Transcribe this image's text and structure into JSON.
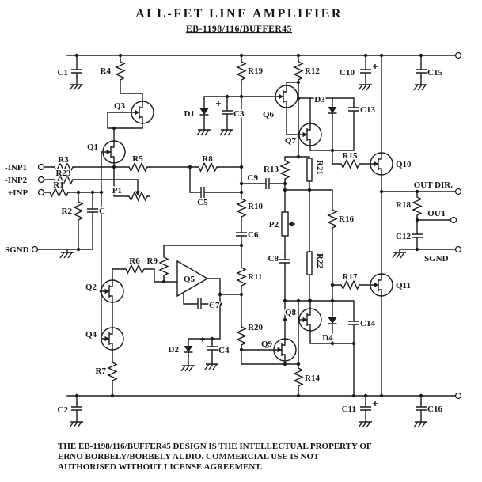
{
  "title": "ALL-FET LINE AMPLIFIER",
  "subtitle": "EB-1198/116/BUFFER45",
  "colors": {
    "ink": "#1b1b1b",
    "paper": "#ffffff"
  },
  "terminals": {
    "neg_inp1": "-INP1",
    "neg_inp2": "-INP2",
    "pos_inp": "+INP",
    "sgnd_left": "SGND",
    "out_dir": "OUT DIR.",
    "out": "OUT",
    "sgnd_right": "SGND"
  },
  "components": {
    "C": "C",
    "C1": "C1",
    "C2": "C2",
    "C3": "C3",
    "C4": "C4",
    "C5": "C5",
    "C6": "C6",
    "C7": "C7",
    "C8": "C8",
    "C9": "C9",
    "C10": "C10",
    "C11": "C11",
    "C12": "C12",
    "C13": "C13",
    "C14": "C14",
    "C15": "C15",
    "C16": "C16",
    "R1": "R1",
    "R2": "R2",
    "R3": "R3",
    "R4": "R4",
    "R5": "R5",
    "R6": "R6",
    "R7": "R7",
    "R8": "R8",
    "R9": "R9",
    "R10": "R10",
    "R11": "R11",
    "R12": "R12",
    "R13": "R13",
    "R14": "R14",
    "R15": "R15",
    "R16": "R16",
    "R17": "R17",
    "R18": "R18",
    "R19": "R19",
    "R20": "R20",
    "R21": "R21",
    "R22": "R22",
    "R23": "R23",
    "P1": "P1",
    "P2": "P2",
    "D1": "D1",
    "D2": "D2",
    "D3": "D3",
    "D4": "D4",
    "Q1": "Q1",
    "Q2": "Q2",
    "Q3": "Q3",
    "Q4": "Q4",
    "Q5": "Q5",
    "Q6": "Q6",
    "Q7": "Q7",
    "Q8": "Q8",
    "Q9": "Q9",
    "Q10": "Q10",
    "Q11": "Q11"
  },
  "footer": {
    "line1": "THE EB-1198/116/BUFFER45 DESIGN IS THE INTELLECTUAL PROPERTY OF",
    "line2": "ERNO BORBELY/BORBELY AUDIO. COMMERCIAL USE IS NOT",
    "line3": "AUTHORISED WITHOUT LICENSE AGREEMENT."
  }
}
